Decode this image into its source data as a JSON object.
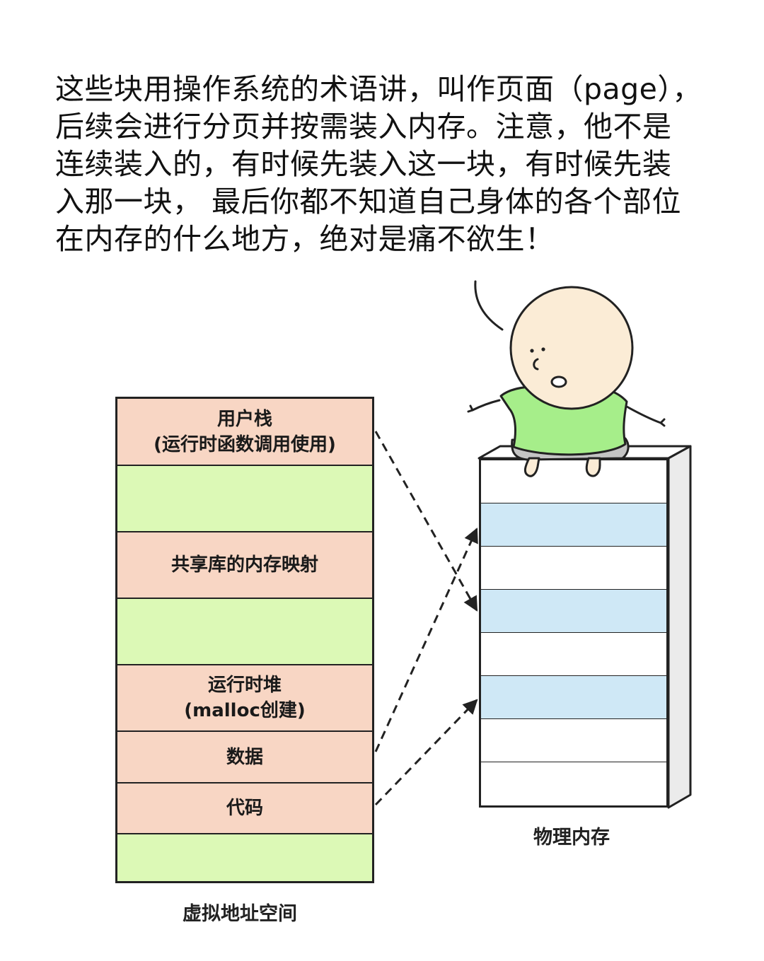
{
  "paragraph": {
    "lines": [
      "这些块用操作系统的术语讲，叫作页面（page），",
      "后续会进行分页并按需装入内存。注意，他不是",
      "连续装入的，有时候先装入这一块，有时候先装",
      "入那一块， 最后你都不知道自己身体的各个部位",
      "在内存的什么地方，绝对是痛不欲生！"
    ]
  },
  "virtual_address_space": {
    "caption": "虚拟地址空间",
    "segments": [
      {
        "line1": "用户栈",
        "line2": "(运行时函数调用使用)",
        "fill": "salmon"
      },
      {
        "line1": "",
        "line2": "",
        "fill": "green"
      },
      {
        "line1": "共享库的内存映射",
        "line2": "",
        "fill": "salmon"
      },
      {
        "line1": "",
        "line2": "",
        "fill": "green"
      },
      {
        "line1": "运行时堆",
        "line2": "(malloc创建)",
        "fill": "salmon"
      },
      {
        "line1": "数据",
        "line2": "",
        "fill": "salmon"
      },
      {
        "line1": "代码",
        "line2": "",
        "fill": "salmon"
      },
      {
        "line1": "",
        "line2": "",
        "fill": "green"
      }
    ]
  },
  "physical_memory": {
    "caption": "物理内存",
    "rows": [
      "white",
      "blue",
      "white",
      "blue",
      "white",
      "blue",
      "white",
      "white"
    ]
  },
  "colors": {
    "salmon": "#f8d6c4",
    "green": "#dcf9b6",
    "blue": "#cfe8f6",
    "shirt": "#a6ee8a",
    "skin": "#fbecd6",
    "shorts": "#c4c4c4"
  }
}
